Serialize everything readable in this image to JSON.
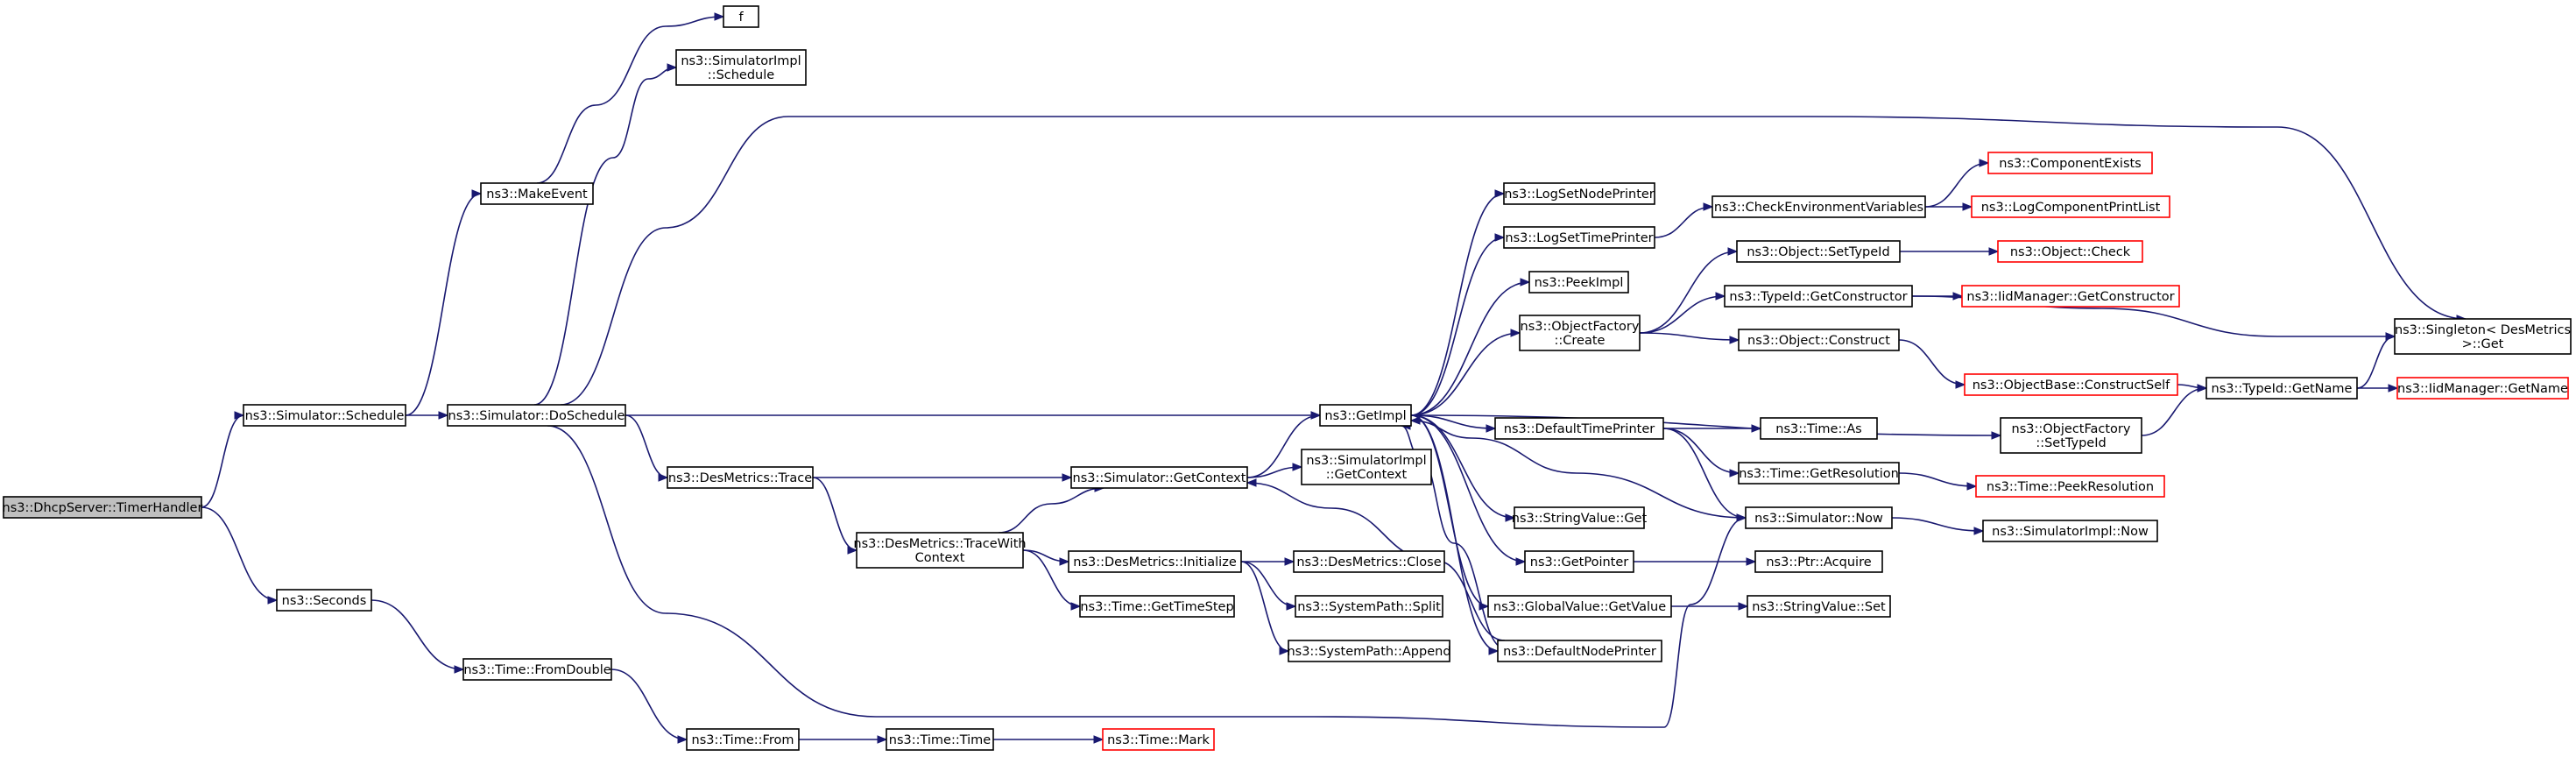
{
  "colors": {
    "edge": "#191970",
    "node_border": "#000000",
    "node_border_missing": "#ff0000",
    "node_fill": "#ffffff",
    "root_fill": "#bfbfbf"
  },
  "nodes": [
    {
      "id": "root",
      "lines": [
        "ns3::DhcpServer::TimerHandler"
      ],
      "style": "root"
    },
    {
      "id": "schedule",
      "lines": [
        "ns3::Simulator::Schedule"
      ],
      "style": "normal"
    },
    {
      "id": "seconds",
      "lines": [
        "ns3::Seconds"
      ],
      "style": "normal"
    },
    {
      "id": "makeevent",
      "lines": [
        "ns3::MakeEvent"
      ],
      "style": "normal"
    },
    {
      "id": "doschedule",
      "lines": [
        "ns3::Simulator::DoSchedule"
      ],
      "style": "normal"
    },
    {
      "id": "fromdouble",
      "lines": [
        "ns3::Time::FromDouble"
      ],
      "style": "normal"
    },
    {
      "id": "f",
      "lines": [
        "f"
      ],
      "style": "normal"
    },
    {
      "id": "simimplschedule",
      "lines": [
        "ns3::SimulatorImpl",
        "::Schedule"
      ],
      "style": "normal"
    },
    {
      "id": "desmetricstrace",
      "lines": [
        "ns3::DesMetrics::Trace"
      ],
      "style": "normal"
    },
    {
      "id": "timefrom",
      "lines": [
        "ns3::Time::From"
      ],
      "style": "normal"
    },
    {
      "id": "tracewithcontext",
      "lines": [
        "ns3::DesMetrics::TraceWith",
        "Context"
      ],
      "style": "normal"
    },
    {
      "id": "getcontext",
      "lines": [
        "ns3::Simulator::GetContext"
      ],
      "style": "normal"
    },
    {
      "id": "desinitialize",
      "lines": [
        "ns3::DesMetrics::Initialize"
      ],
      "style": "normal"
    },
    {
      "id": "gettimestep",
      "lines": [
        "ns3::Time::GetTimeStep"
      ],
      "style": "normal"
    },
    {
      "id": "timetime",
      "lines": [
        "ns3::Time::Time"
      ],
      "style": "normal"
    },
    {
      "id": "getimpl",
      "lines": [
        "ns3::GetImpl"
      ],
      "style": "normal"
    },
    {
      "id": "simimplgetcontext",
      "lines": [
        "ns3::SimulatorImpl",
        "::GetContext"
      ],
      "style": "normal"
    },
    {
      "id": "desclose",
      "lines": [
        "ns3::DesMetrics::Close"
      ],
      "style": "normal"
    },
    {
      "id": "syssplit",
      "lines": [
        "ns3::SystemPath::Split"
      ],
      "style": "normal"
    },
    {
      "id": "sysappend",
      "lines": [
        "ns3::SystemPath::Append"
      ],
      "style": "normal"
    },
    {
      "id": "timemark",
      "lines": [
        "ns3::Time::Mark"
      ],
      "style": "missing"
    },
    {
      "id": "logsetnodeprinter",
      "lines": [
        "ns3::LogSetNodePrinter"
      ],
      "style": "normal"
    },
    {
      "id": "logsettimeprinter",
      "lines": [
        "ns3::LogSetTimePrinter"
      ],
      "style": "normal"
    },
    {
      "id": "peekimpl",
      "lines": [
        "ns3::PeekImpl"
      ],
      "style": "normal"
    },
    {
      "id": "objfactorycreate",
      "lines": [
        "ns3::ObjectFactory",
        "::Create"
      ],
      "style": "normal"
    },
    {
      "id": "defaulttimeprinter",
      "lines": [
        "ns3::DefaultTimePrinter"
      ],
      "style": "normal"
    },
    {
      "id": "stringvalueget",
      "lines": [
        "ns3::StringValue::Get"
      ],
      "style": "normal"
    },
    {
      "id": "getpointer",
      "lines": [
        "ns3::GetPointer"
      ],
      "style": "normal"
    },
    {
      "id": "globalvalueget",
      "lines": [
        "ns3::GlobalValue::GetValue"
      ],
      "style": "normal"
    },
    {
      "id": "defaultnodeprinter",
      "lines": [
        "ns3::DefaultNodePrinter"
      ],
      "style": "normal"
    },
    {
      "id": "checkenv",
      "lines": [
        "ns3::CheckEnvironmentVariables"
      ],
      "style": "normal"
    },
    {
      "id": "objsettypeid",
      "lines": [
        "ns3::Object::SetTypeId"
      ],
      "style": "normal"
    },
    {
      "id": "typeidgetctor",
      "lines": [
        "ns3::TypeId::GetConstructor"
      ],
      "style": "normal"
    },
    {
      "id": "objconstruct",
      "lines": [
        "ns3::Object::Construct"
      ],
      "style": "normal"
    },
    {
      "id": "timeas",
      "lines": [
        "ns3::Time::As"
      ],
      "style": "normal"
    },
    {
      "id": "timegetres",
      "lines": [
        "ns3::Time::GetResolution"
      ],
      "style": "normal"
    },
    {
      "id": "simnow",
      "lines": [
        "ns3::Simulator::Now"
      ],
      "style": "normal"
    },
    {
      "id": "ptracquire",
      "lines": [
        "ns3::Ptr::Acquire"
      ],
      "style": "normal"
    },
    {
      "id": "stringvalueset",
      "lines": [
        "ns3::StringValue::Set"
      ],
      "style": "normal"
    },
    {
      "id": "compexists",
      "lines": [
        "ns3::ComponentExists"
      ],
      "style": "missing"
    },
    {
      "id": "logcomplist",
      "lines": [
        "ns3::LogComponentPrintList"
      ],
      "style": "missing"
    },
    {
      "id": "objcheck",
      "lines": [
        "ns3::Object::Check"
      ],
      "style": "missing"
    },
    {
      "id": "iidgetctor",
      "lines": [
        "ns3::IidManager::GetConstructor"
      ],
      "style": "missing"
    },
    {
      "id": "objbaseconstructself",
      "lines": [
        "ns3::ObjectBase::ConstructSelf"
      ],
      "style": "missing"
    },
    {
      "id": "timepeekres",
      "lines": [
        "ns3::Time::PeekResolution"
      ],
      "style": "missing"
    },
    {
      "id": "simimplnow",
      "lines": [
        "ns3::SimulatorImpl::Now"
      ],
      "style": "normal"
    },
    {
      "id": "objfactorysettypeid",
      "lines": [
        "ns3::ObjectFactory",
        "::SetTypeId"
      ],
      "style": "normal"
    },
    {
      "id": "typeidgetname",
      "lines": [
        "ns3::TypeId::GetName"
      ],
      "style": "normal"
    },
    {
      "id": "singletonget",
      "lines": [
        "ns3::Singleton< DesMetrics",
        " >::Get"
      ],
      "style": "normal"
    },
    {
      "id": "iidgetname",
      "lines": [
        "ns3::IidManager::GetName"
      ],
      "style": "missing"
    }
  ],
  "edges": [
    [
      "root",
      "schedule"
    ],
    [
      "root",
      "seconds"
    ],
    [
      "schedule",
      "makeevent"
    ],
    [
      "schedule",
      "doschedule"
    ],
    [
      "makeevent",
      "f"
    ],
    [
      "doschedule",
      "simimplschedule"
    ],
    [
      "doschedule",
      "singletonget"
    ],
    [
      "doschedule",
      "getimpl"
    ],
    [
      "doschedule",
      "desmetricstrace"
    ],
    [
      "doschedule",
      "simnow"
    ],
    [
      "seconds",
      "fromdouble"
    ],
    [
      "fromdouble",
      "timefrom"
    ],
    [
      "timefrom",
      "timetime"
    ],
    [
      "timetime",
      "timemark"
    ],
    [
      "desmetricstrace",
      "getcontext"
    ],
    [
      "desmetricstrace",
      "tracewithcontext"
    ],
    [
      "tracewithcontext",
      "getcontext"
    ],
    [
      "tracewithcontext",
      "desinitialize"
    ],
    [
      "tracewithcontext",
      "gettimestep"
    ],
    [
      "getcontext",
      "getimpl"
    ],
    [
      "getcontext",
      "simimplgetcontext"
    ],
    [
      "desinitialize",
      "desclose"
    ],
    [
      "desinitialize",
      "syssplit"
    ],
    [
      "desinitialize",
      "sysappend"
    ],
    [
      "getimpl",
      "logsetnodeprinter"
    ],
    [
      "getimpl",
      "logsettimeprinter"
    ],
    [
      "getimpl",
      "peekimpl"
    ],
    [
      "getimpl",
      "objfactorycreate"
    ],
    [
      "getimpl",
      "defaulttimeprinter"
    ],
    [
      "getimpl",
      "stringvalueget"
    ],
    [
      "getimpl",
      "getpointer"
    ],
    [
      "getimpl",
      "globalvalueget"
    ],
    [
      "getimpl",
      "defaultnodeprinter"
    ],
    [
      "getimpl",
      "objfactorysettypeid"
    ],
    [
      "logsettimeprinter",
      "checkenv"
    ],
    [
      "checkenv",
      "compexists"
    ],
    [
      "checkenv",
      "logcomplist"
    ],
    [
      "objfactorycreate",
      "objsettypeid"
    ],
    [
      "objfactorycreate",
      "typeidgetctor"
    ],
    [
      "objfactorycreate",
      "objconstruct"
    ],
    [
      "objsettypeid",
      "objcheck"
    ],
    [
      "typeidgetctor",
      "iidgetctor"
    ],
    [
      "typeidgetctor",
      "singletonget"
    ],
    [
      "objconstruct",
      "objbaseconstructself"
    ],
    [
      "objbaseconstructself",
      "typeidgetname"
    ],
    [
      "objfactorysettypeid",
      "typeidgetname"
    ],
    [
      "typeidgetname",
      "singletonget"
    ],
    [
      "typeidgetname",
      "iidgetname"
    ],
    [
      "defaulttimeprinter",
      "timeas"
    ],
    [
      "defaulttimeprinter",
      "timegetres"
    ],
    [
      "defaulttimeprinter",
      "simnow"
    ],
    [
      "timegetres",
      "timepeekres"
    ],
    [
      "simnow",
      "getimpl"
    ],
    [
      "simnow",
      "simimplnow"
    ],
    [
      "getpointer",
      "ptracquire"
    ],
    [
      "globalvalueget",
      "stringvalueset"
    ],
    [
      "defaultnodeprinter",
      "getcontext"
    ],
    [
      "defaultnodeprinter",
      "getimpl"
    ]
  ]
}
